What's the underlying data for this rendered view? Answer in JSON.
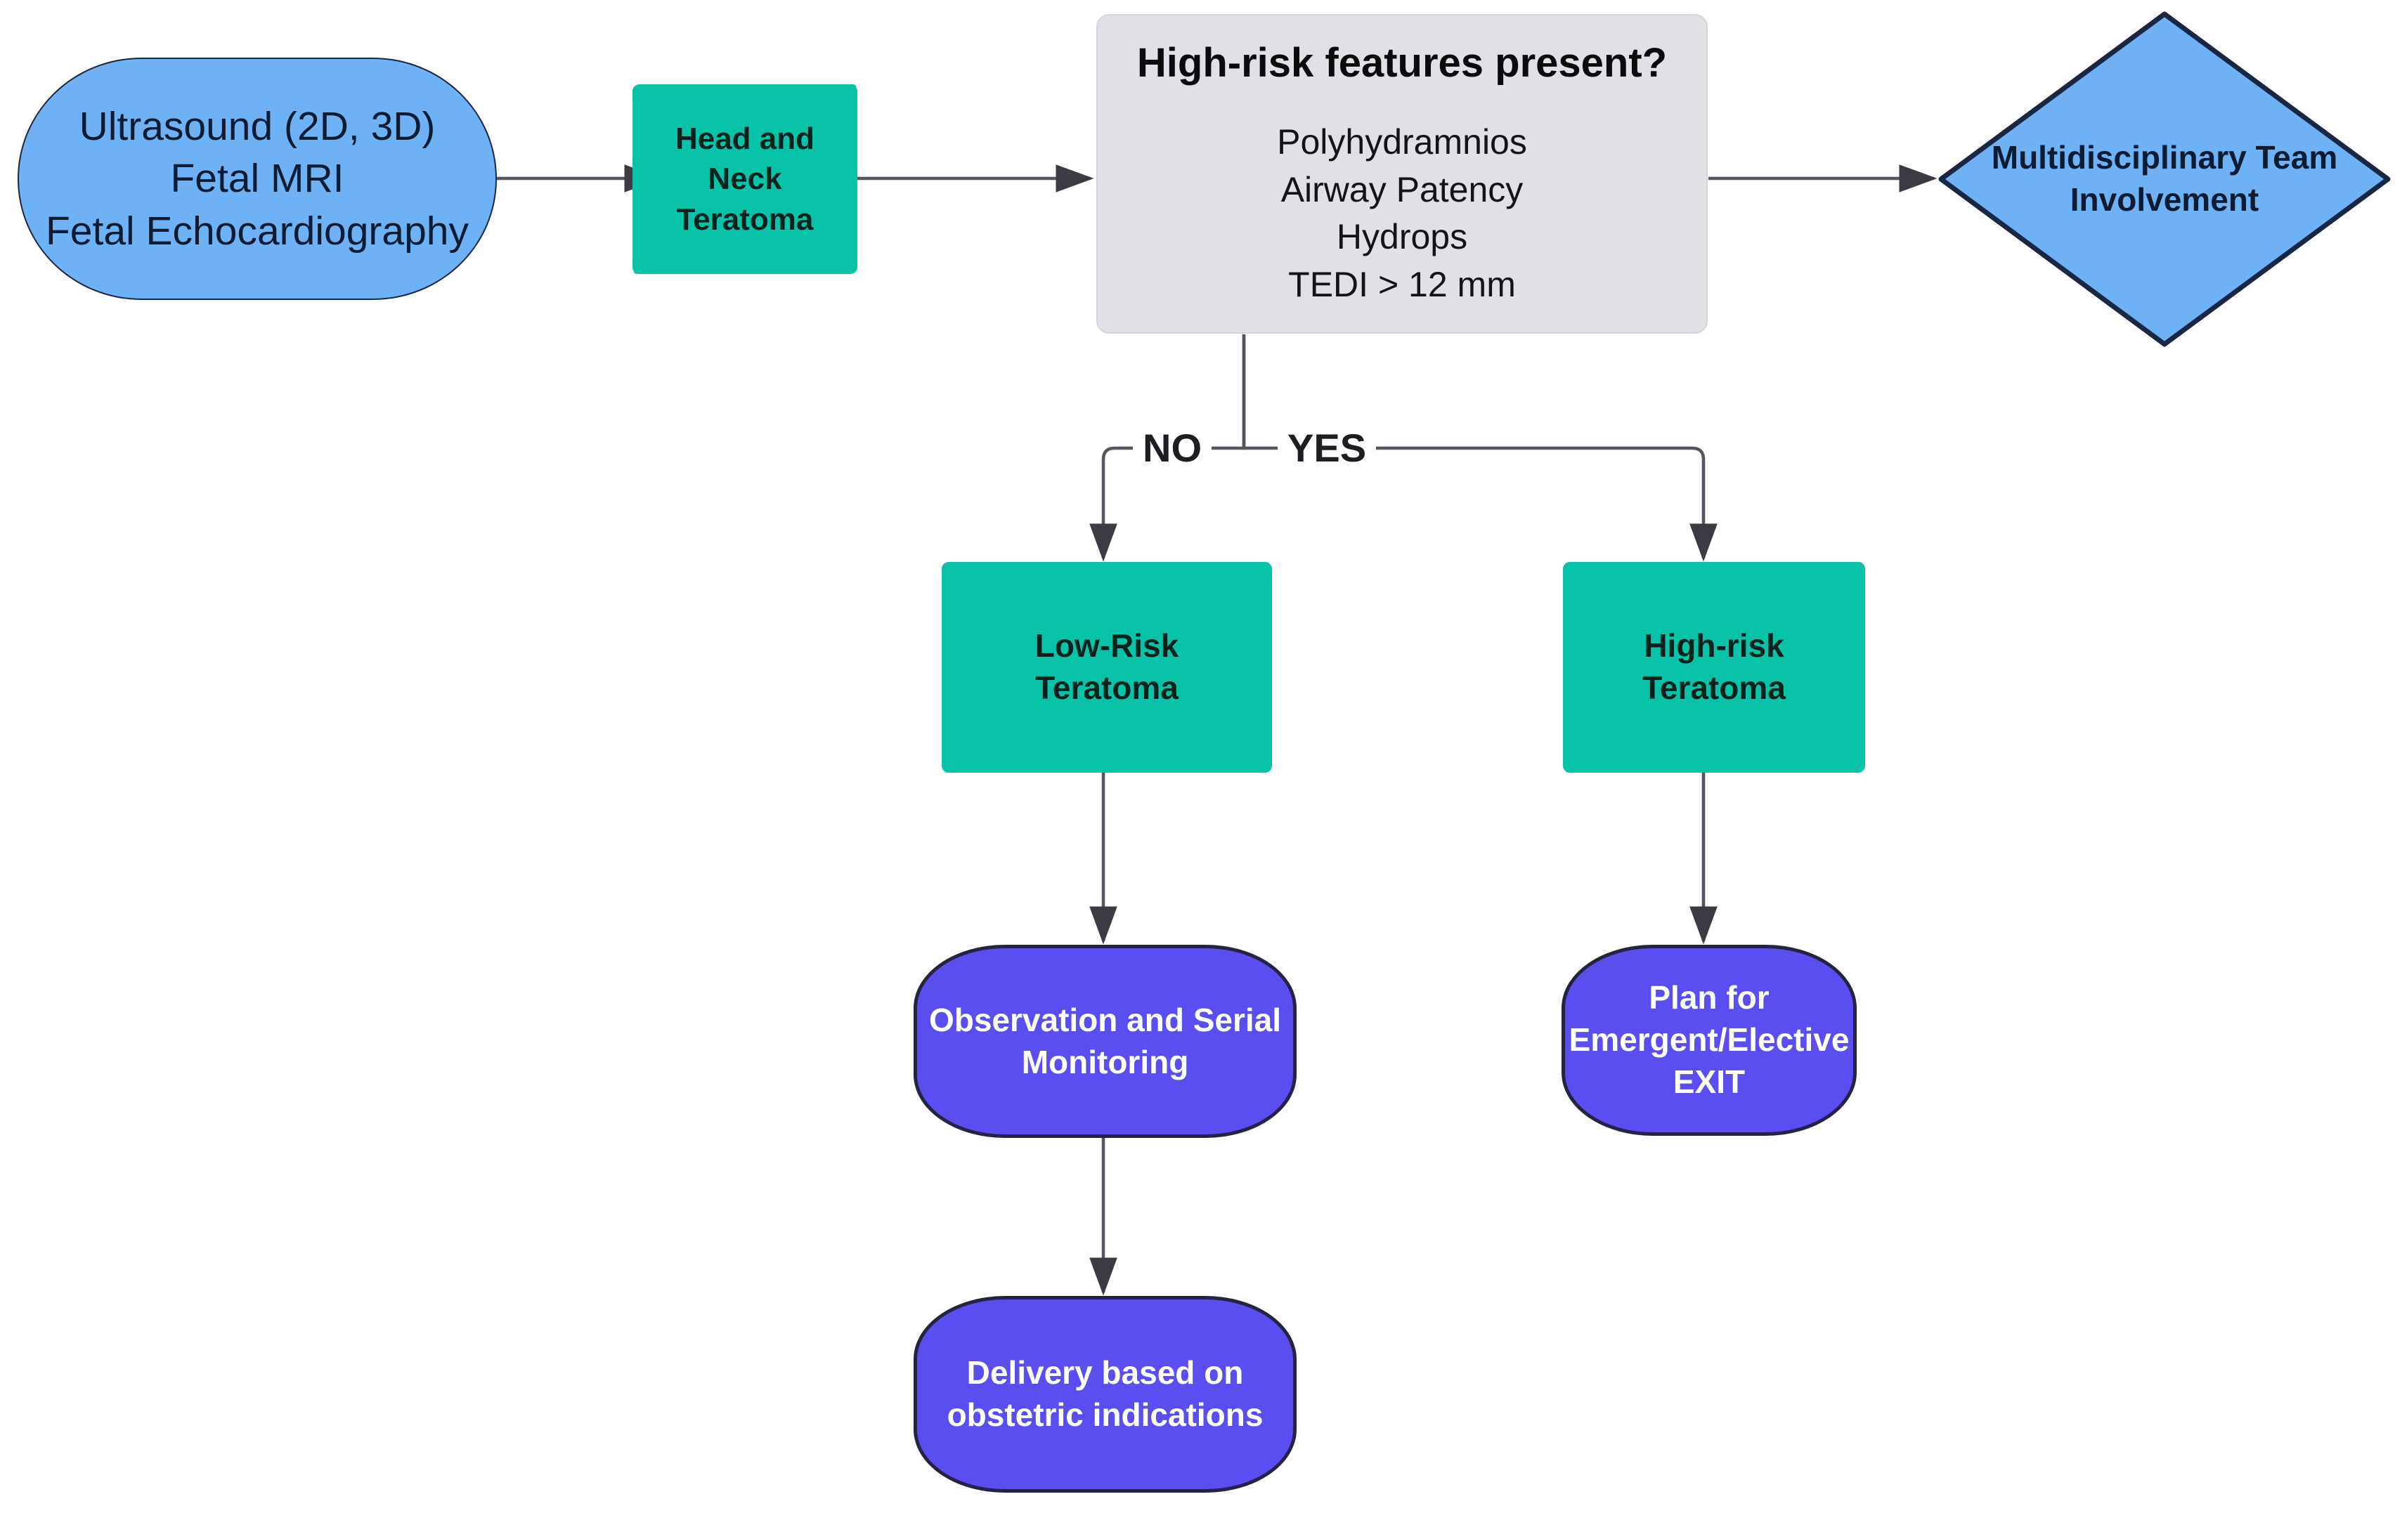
{
  "diagram": {
    "title": "Fetal head and neck teratoma management flowchart",
    "background": "#ffffff",
    "colors": {
      "blue_fill": "#6FB1F5",
      "blue_stroke": "#1a2744",
      "teal_fill": "#08C3A8",
      "purple_fill": "#5a4ef0",
      "purple_stroke": "#262243",
      "gray_fill": "#dfe1e7",
      "edge_stroke": "#55555f"
    },
    "nodes": {
      "imaging": {
        "label": "Ultrasound (2D, 3D)\nFetal MRI\nFetal Echocardiography",
        "shape": "stadium"
      },
      "diagnosis": {
        "label": "Head and\nNeck\nTeratoma",
        "shape": "parallelogram"
      },
      "decision": {
        "title": "High-risk features present?",
        "features": "Polyhydramnios\nAirway Patency\nHydrops\nTEDI > 12 mm",
        "shape": "process-box"
      },
      "mdt": {
        "label": "Multidisciplinary Team\nInvolvement",
        "shape": "diamond"
      },
      "low_risk": {
        "label": "Low-Risk\nTeratoma",
        "shape": "parallelogram"
      },
      "high_risk": {
        "label": "High-risk\nTeratoma",
        "shape": "parallelogram"
      },
      "observation": {
        "label": "Observation and Serial\nMonitoring",
        "shape": "stadium"
      },
      "exit_plan": {
        "label": "Plan for\nEmergent/Elective\nEXIT",
        "shape": "stadium"
      },
      "delivery": {
        "label": "Delivery based on\nobstetric indications",
        "shape": "stadium"
      }
    },
    "edge_labels": {
      "no": "NO",
      "yes": "YES"
    }
  }
}
